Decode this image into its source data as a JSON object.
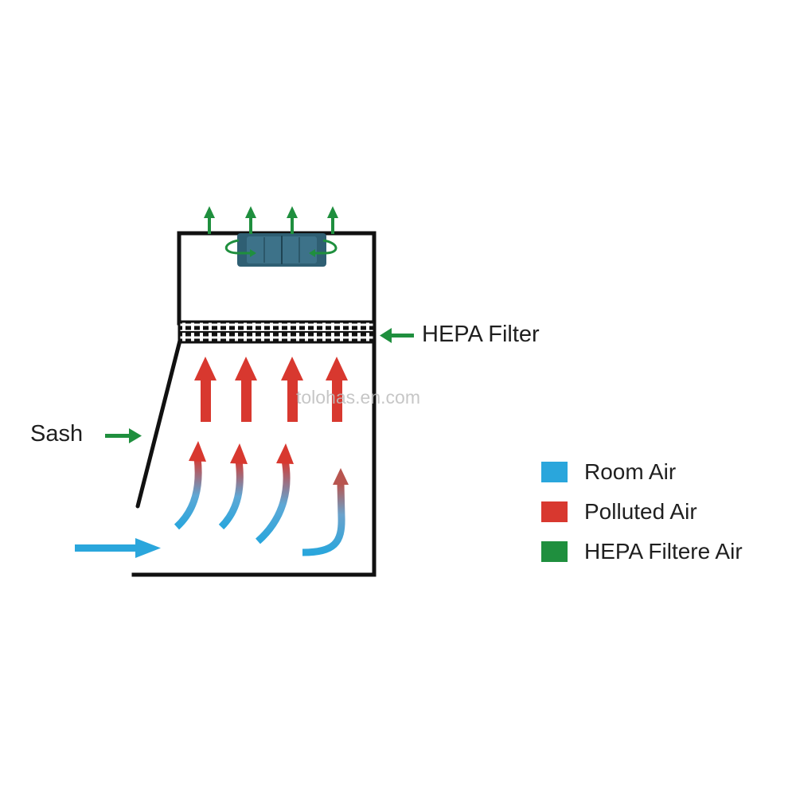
{
  "labels": {
    "hepa_filter": "HEPA Filter",
    "sash": "Sash"
  },
  "watermark": "tolohas.en.com",
  "legend": [
    {
      "label": "Room Air",
      "color": "#2aa6dc"
    },
    {
      "label": "Polluted Air",
      "color": "#d8382f"
    },
    {
      "label": "HEPA Filtere Air",
      "color": "#1f8f3e"
    }
  ],
  "colors": {
    "room_air": "#2aa6dc",
    "polluted_air": "#d8382f",
    "hepa_air": "#1f8f3e",
    "cabinet_line": "#111111",
    "fan": "#2f5f73"
  }
}
